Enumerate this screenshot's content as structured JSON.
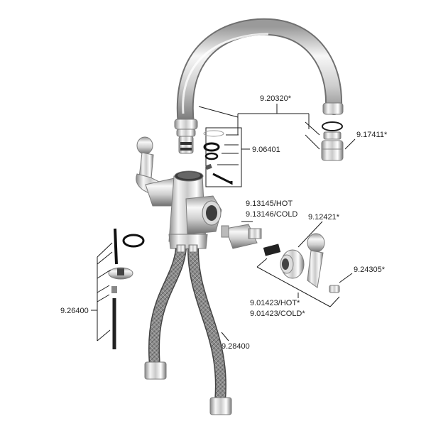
{
  "labels": {
    "spout_assembly": "9.20320*",
    "aerator": "9.17411*",
    "o_ring_kit": "9.06401",
    "cartridge_hot": "9.13145/HOT",
    "cartridge_cold": "9.13146/COLD",
    "lever_handle": "9.12421*",
    "handle_screw": "9.24305*",
    "bonnet_hot": "9.01423/HOT*",
    "bonnet_cold": "9.01423/COLD*",
    "mounting_kit": "9.26400",
    "flex_hoses": "9.28400"
  },
  "colors": {
    "chrome_light": "#f2f2f2",
    "chrome_mid": "#c8c8c8",
    "chrome_dark": "#6e6e6e",
    "hose": "#8c8c8c",
    "line": "#1a1a1a"
  }
}
